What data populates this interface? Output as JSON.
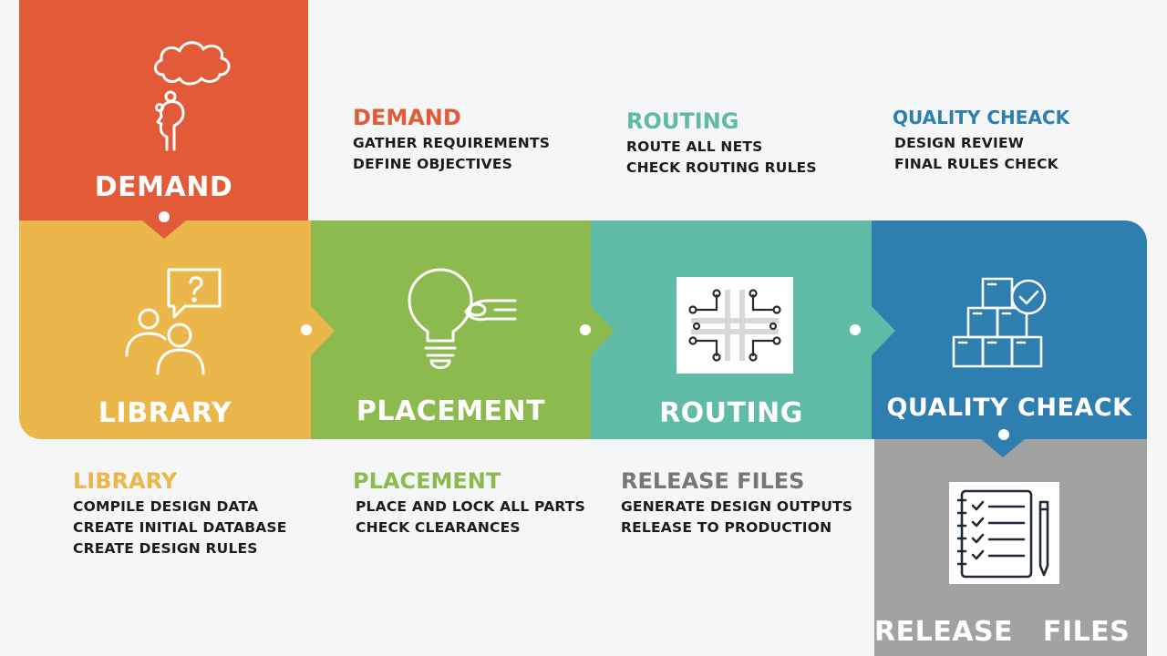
{
  "colors": {
    "demand": "#e35a38",
    "library": "#ebb64a",
    "placement": "#8dba4f",
    "routing": "#5fbaa6",
    "quality": "#2f7eb0",
    "release": "#a2a2a2"
  },
  "panels": {
    "demand": {
      "title": "DEMAND",
      "icon": "thinking-head-icon"
    },
    "library": {
      "title": "LIBRARY",
      "icon": "people-question-icon"
    },
    "placement": {
      "title": "PLACEMENT",
      "icon": "lightbulb-icon"
    },
    "routing": {
      "title": "ROUTING",
      "icon": "circuit-routing-icon"
    },
    "quality": {
      "title": "QUALITY CHEACK",
      "icon": "boxes-check-icon"
    },
    "release": {
      "title": "RELEASE   FILES",
      "icon": "checklist-pencil-icon"
    }
  },
  "descriptions": {
    "demand": {
      "heading": "DEMAND",
      "lines": [
        "GATHER REQUIREMENTS",
        "DEFINE OBJECTIVES"
      ]
    },
    "routing": {
      "heading": "ROUTING",
      "lines": [
        "ROUTE ALL NETS",
        "CHECK ROUTING RULES"
      ]
    },
    "quality": {
      "heading": "QUALITY CHEACK",
      "lines": [
        "DESIGN REVIEW",
        "FINAL RULES CHECK"
      ]
    },
    "library": {
      "heading": "LIBRARY",
      "lines": [
        "COMPILE DESIGN DATA",
        "CREATE INITIAL DATABASE",
        "CREATE DESIGN RULES"
      ]
    },
    "placement": {
      "heading": "PLACEMENT",
      "lines": [
        "PLACE AND LOCK ALL PARTS",
        "CHECK CLEARANCES"
      ]
    },
    "release": {
      "heading": "RELEASE FILES",
      "lines": [
        "GENERATE DESIGN OUTPUTS",
        "RELEASE TO PRODUCTION"
      ]
    }
  }
}
